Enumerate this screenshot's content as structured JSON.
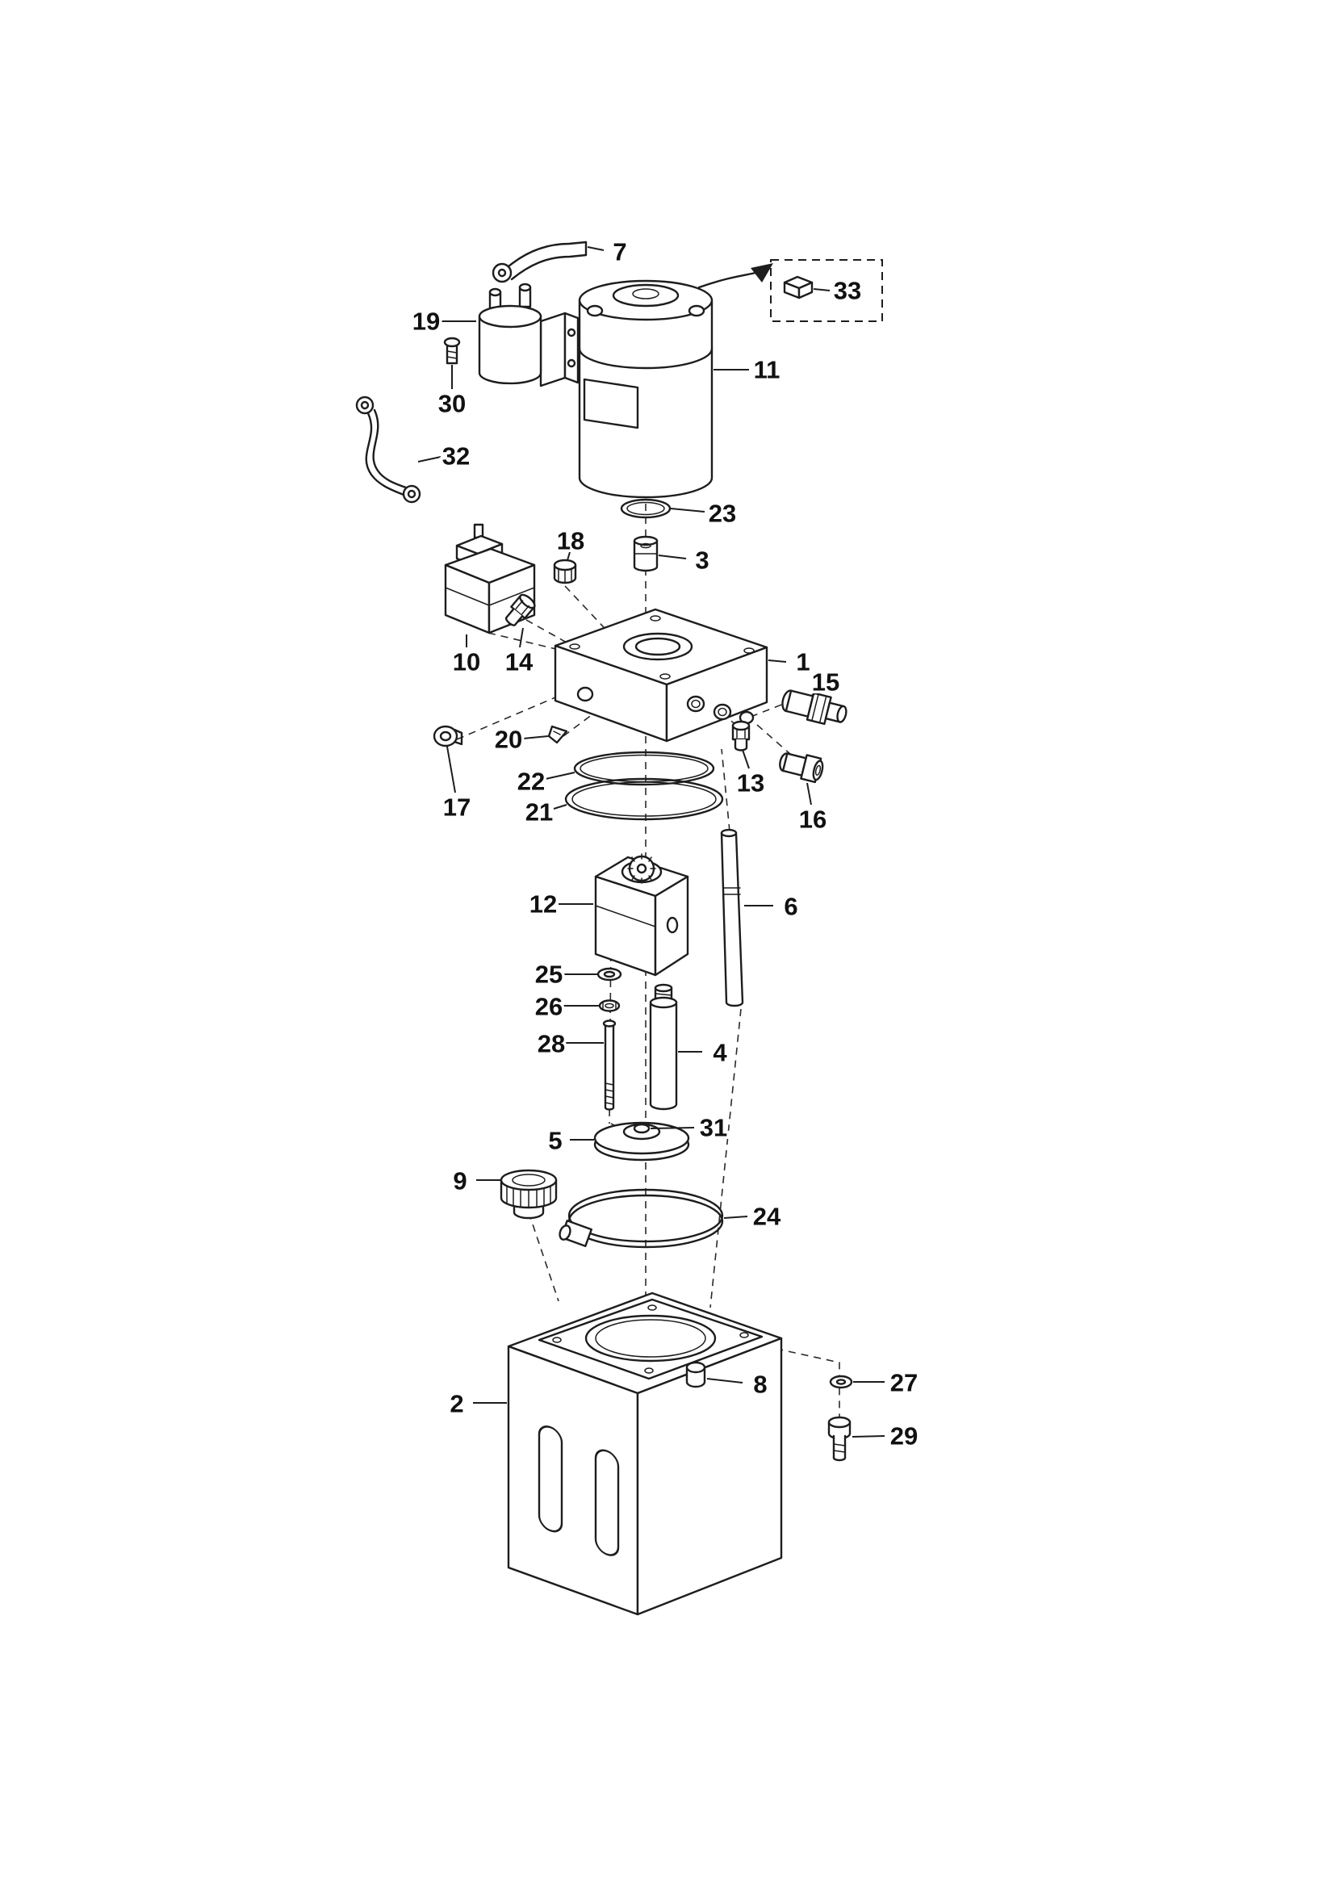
{
  "diagram": {
    "type": "exploded-parts-diagram",
    "ink_color": "#1d1d1d",
    "background_color": "#ffffff",
    "labels": {
      "l1": "1",
      "l2": "2",
      "l3": "3",
      "l4": "4",
      "l5": "5",
      "l6": "6",
      "l7": "7",
      "l8": "8",
      "l9": "9",
      "l10": "10",
      "l11": "11",
      "l12": "12",
      "l13": "13",
      "l14": "14",
      "l15": "15",
      "l16": "16",
      "l17": "17",
      "l18": "18",
      "l19": "19",
      "l20": "20",
      "l21": "21",
      "l22": "22",
      "l23": "23",
      "l24": "24",
      "l25": "25",
      "l26": "26",
      "l27": "27",
      "l28": "28",
      "l29": "29",
      "l30": "30",
      "l31": "31",
      "l32": "32",
      "l33": "33"
    }
  }
}
